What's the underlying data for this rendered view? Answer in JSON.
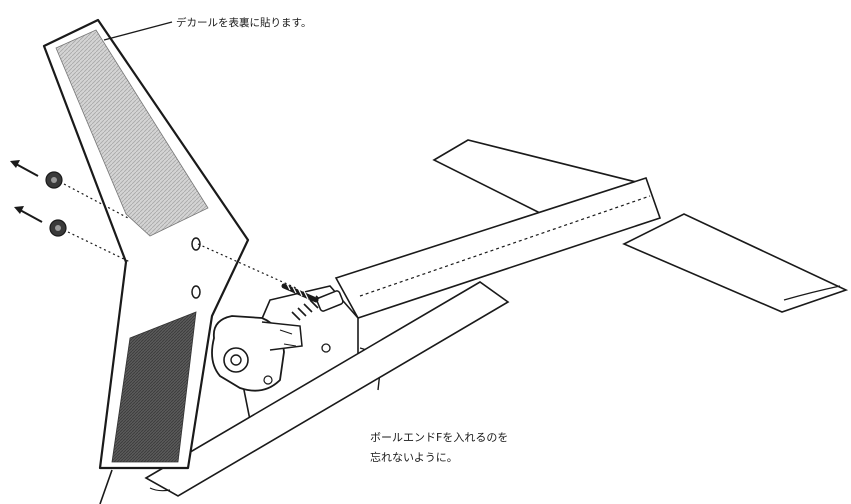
{
  "labels": {
    "decal_note": "デカールを表裏に貼ります。",
    "ball_end_note_line1": "ボールエンドFを入れるのを",
    "ball_end_note_line2": "忘れないように。"
  },
  "colors": {
    "line": "#1a1a1a",
    "decal_light": "#c8c8c8",
    "decal_dark": "#555555",
    "paper": "#ffffff"
  }
}
